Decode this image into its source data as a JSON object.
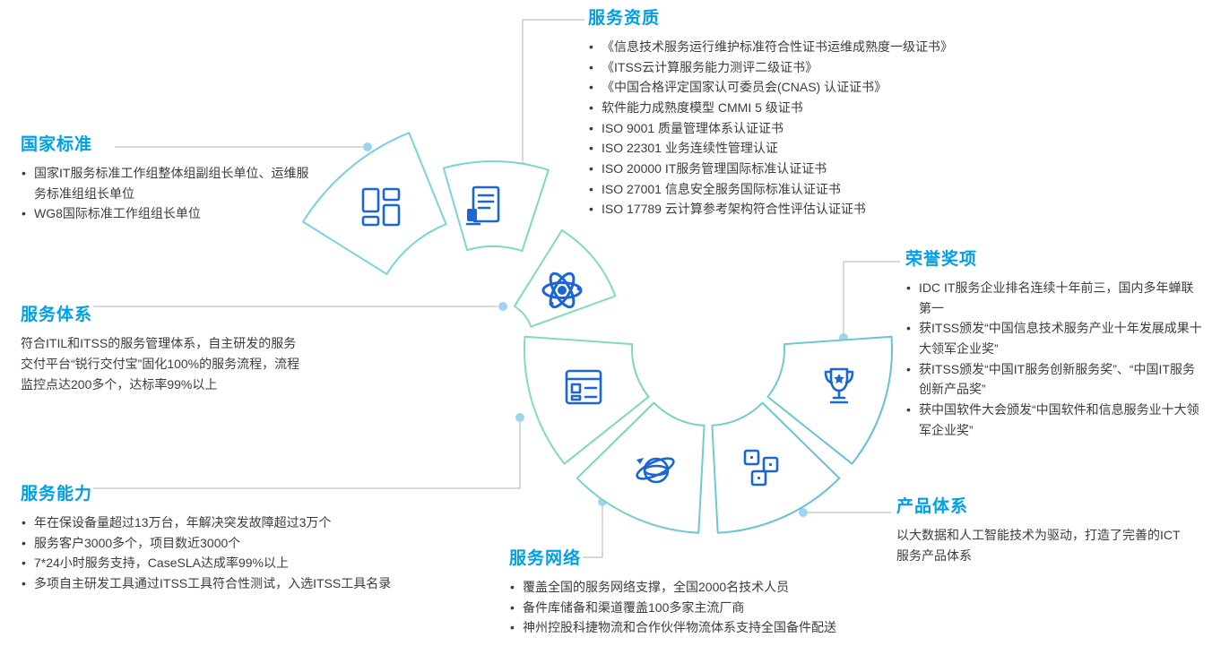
{
  "colors": {
    "accent": "#00a0e9",
    "icon_blue": "#1b66d6",
    "segment_cyan": "#74cdf0",
    "segment_green": "#82dfae",
    "connector_gray": "#b3b3b3",
    "dot_blue": "#9fd3f2"
  },
  "sections": {
    "national_standards": {
      "title": "国家标准",
      "items": [
        "国家IT服务标准工作组整体组副组长单位、运维服务标准组组长单位",
        "WG8国际标准工作组组长单位"
      ]
    },
    "qualifications": {
      "title": "服务资质",
      "items": [
        "《信息技术服务运行维护标准符合性证书运维成熟度一级证书》",
        "《ITSS云计算服务能力测评二级证书》",
        "《中国合格评定国家认可委员会(CNAS) 认证证书》",
        "软件能力成熟度模型 CMMI 5 级证书",
        "ISO 9001 质量管理体系认证证书",
        "ISO 22301 业务连续性管理认证",
        "ISO 20000 IT服务管理国际标准认证证书",
        "ISO 27001 信息安全服务国际标准认证证书",
        "ISO 17789 云计算参考架构符合性评估认证证书"
      ]
    },
    "service_system": {
      "title": "服务体系",
      "text": "符合ITIL和ITSS的服务管理体系，自主研发的服务交付平台“锐行交付宝”固化100%的服务流程，流程监控点达200多个，达标率99%以上"
    },
    "honors": {
      "title": "荣誉奖项",
      "items": [
        "IDC  IT服务企业排名连续十年前三，国内多年蝉联第一",
        "获ITSS颁发“中国信息技术服务产业十年发展成果十大领军企业奖”",
        "获ITSS颁发“中国IT服务创新服务奖”、“中国IT服务创新产品奖”",
        "获中国软件大会颁发“中国软件和信息服务业十大领军企业奖”"
      ]
    },
    "capabilities": {
      "title": "服务能力",
      "items": [
        "年在保设备量超过13万台，年解决突发故障超过3万个",
        "服务客户3000多个，项目数近3000个",
        "7*24小时服务支持，CaseSLA达成率99%以上",
        "多项自主研发工具通过ITSS工具符合性测试，入选ITSS工具名录"
      ]
    },
    "network": {
      "title": "服务网络",
      "items": [
        "覆盖全国的服务网络支撑，全国2000名技术人员",
        "备件库储备和渠道覆盖100多家主流厂商",
        "神州控股科捷物流和合作伙伴物流体系支持全国备件配送"
      ]
    },
    "products": {
      "title": "产品体系",
      "text": "以大数据和人工智能技术为驱动，打造了完善的ICT服务产品体系"
    }
  },
  "ring": {
    "segments": [
      {
        "icon": "grid-icon"
      },
      {
        "icon": "certificate-icon"
      },
      {
        "icon": "atom-icon"
      },
      {
        "icon": "apps-icon"
      },
      {
        "icon": "globe-icon"
      },
      {
        "icon": "cubes-icon"
      },
      {
        "icon": "trophy-icon"
      }
    ]
  }
}
